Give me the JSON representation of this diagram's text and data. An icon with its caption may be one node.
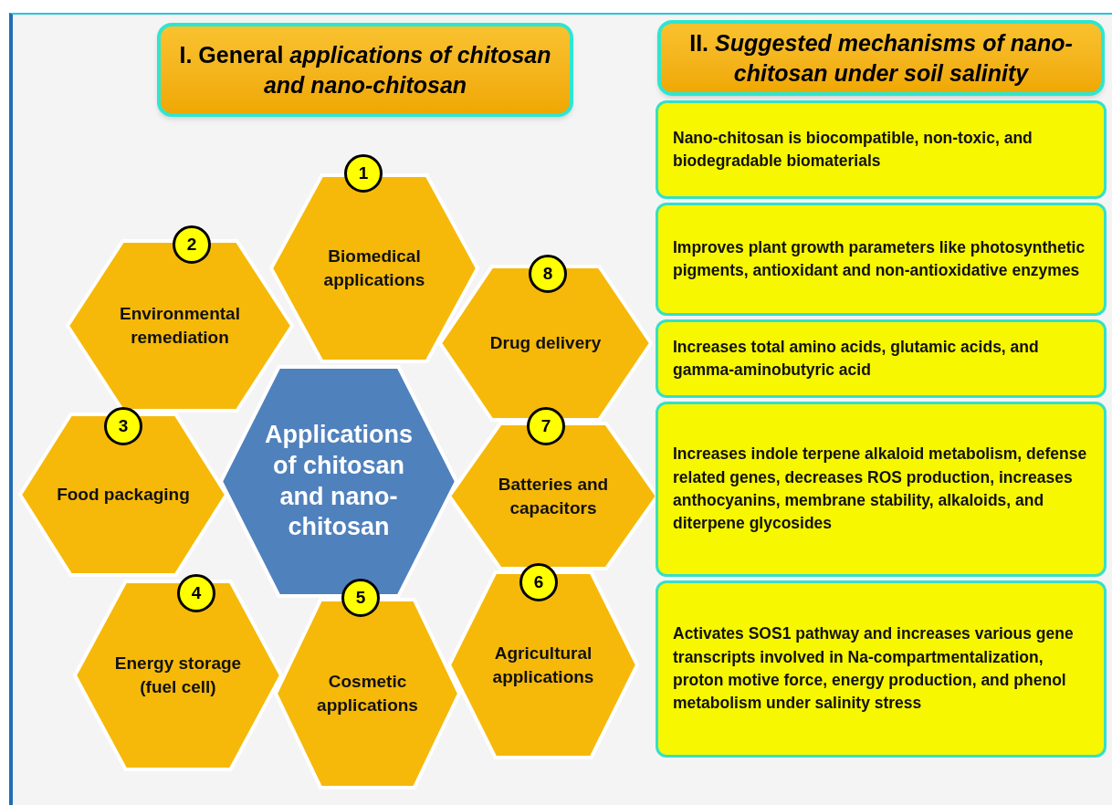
{
  "diagram": {
    "nodes": [
      {
        "text": [
          "I. General *applications of chitosan and nano-chitosan*"
        ]
      },
      {
        "text": [
          "II. *Suggested mechanisms of nano-chitosan under soil salinity*"
        ]
      },
      {
        "text": [
          "Applications of chitosan and nano-chitosan"
        ]
      },
      {
        "text": [
          "Biomedical applications"
        ]
      },
      {
        "text": [
          "Environmental remediation"
        ]
      },
      {
        "text": [
          "Food packaging"
        ]
      },
      {
        "text": [
          "Energy storage (fuel cell)"
        ]
      },
      {
        "text": [
          "Cosmetic applications"
        ]
      },
      {
        "text": [
          "Agricultural applications"
        ]
      },
      {
        "text": [
          "Batteries and capacitors"
        ]
      },
      {
        "text": [
          "Drug delivery"
        ]
      },
      {
        "text": [
          "1"
        ]
      },
      {
        "text": [
          "2"
        ]
      },
      {
        "text": [
          "3"
        ]
      },
      {
        "text": [
          "4"
        ]
      },
      {
        "text": [
          "5"
        ]
      },
      {
        "text": [
          "6"
        ]
      },
      {
        "text": [
          "7"
        ]
      },
      {
        "text": [
          "8"
        ]
      },
      {
        "text": [
          "Nano-chitosan is biocompatible, non-toxic, and biodegradable biomaterials"
        ]
      },
      {
        "text": [
          "Improves plant growth parameters like photosynthetic pigments, antioxidant and non-antioxidative enzymes"
        ]
      },
      {
        "text": [
          "Increases total amino acids, glutamic acids, and gamma-aminobutyric acid"
        ]
      },
      {
        "text": [
          "Increases indole terpene alkaloid metabolism, defense related genes, decreases ROS production, increases anthocyanins, membrane stability, alkaloids, and diterpene glycosides"
        ]
      },
      {
        "text": [
          "Activates SOS1 pathway and increases various gene transcripts involved in Na-compartmentalization, proton motive force, energy production, and phenol metabolism under salinity stress"
        ]
      }
    ]
  }
}
